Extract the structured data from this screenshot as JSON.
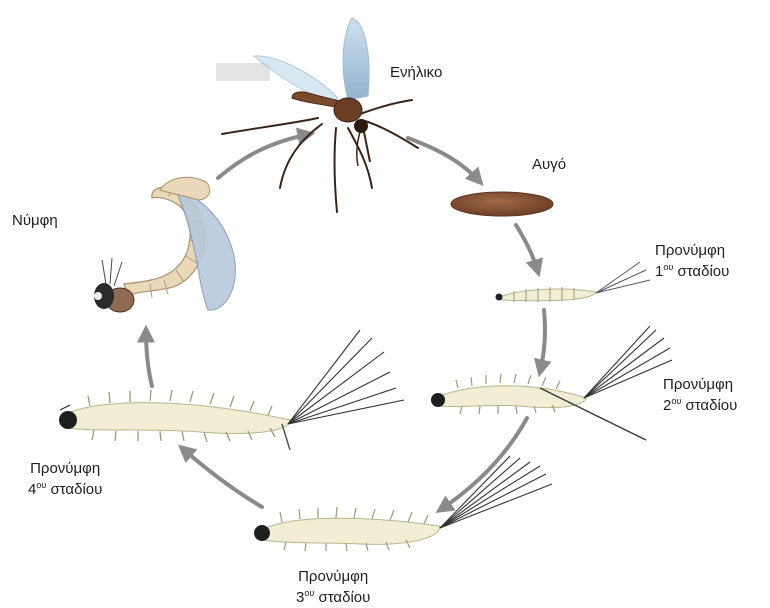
{
  "labels": {
    "adult": "Ενήλικο",
    "egg": "Αυγό",
    "pupa": "Νύμφη",
    "larva1": {
      "title": "Προνύμφη",
      "num": "1",
      "sup": "ου",
      "rest": " σταδίου"
    },
    "larva2": {
      "title": "Προνύμφη",
      "num": "2",
      "sup": "ου",
      "rest": " σταδίου"
    },
    "larva3": {
      "title": "Προνύμφη",
      "num": "3",
      "sup": "ου",
      "rest": " σταδίου"
    },
    "larva4": {
      "title": "Προνύμφη",
      "num": "4",
      "sup": "ου",
      "rest": " σταδίου"
    }
  },
  "colors": {
    "arrow": "#8a8a8a",
    "larva_body": "#f1eed3",
    "larva_outline": "#b9b48e",
    "egg": "#7d4a2f",
    "mosquito_body": "#6b3e24",
    "wing": "#9fbfd9",
    "pupa_body": "#ead8b8"
  }
}
